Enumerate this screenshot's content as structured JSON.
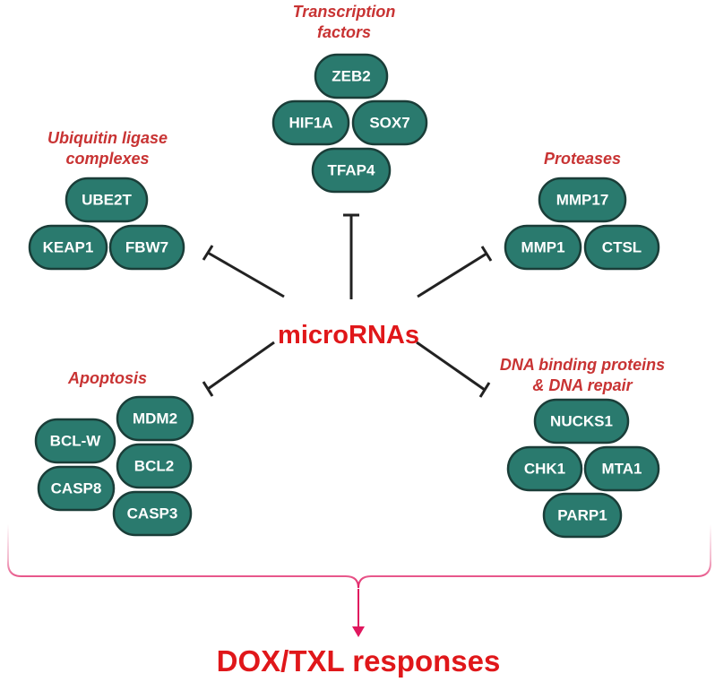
{
  "center_label": "microRNAs",
  "output_label": "DOX/TXL responses",
  "colors": {
    "category_label": "#c83333",
    "gene_fill": "#2a7a6e",
    "gene_border": "#1a3d38",
    "center_text": "#e0171a",
    "brace_arrow": "#e0175e",
    "inhibition_line": "#222222"
  },
  "groups": {
    "transcription": {
      "label_line1": "Transcription",
      "label_line2": "factors",
      "genes": [
        "ZEB2",
        "HIF1A",
        "SOX7",
        "TFAP4"
      ]
    },
    "ubiquitin": {
      "label_line1": "Ubiquitin ligase",
      "label_line2": "complexes",
      "genes": [
        "UBE2T",
        "KEAP1",
        "FBW7"
      ]
    },
    "proteases": {
      "label_line1": "Proteases",
      "genes": [
        "MMP17",
        "MMP1",
        "CTSL"
      ]
    },
    "apoptosis": {
      "label_line1": "Apoptosis",
      "genes": [
        "MDM2",
        "BCL-W",
        "BCL2",
        "CASP8",
        "CASP3"
      ]
    },
    "dna": {
      "label_line1": "DNA binding proteins",
      "label_line2": "& DNA repair",
      "genes": [
        "NUCKS1",
        "CHK1",
        "MTA1",
        "PARP1"
      ]
    }
  }
}
